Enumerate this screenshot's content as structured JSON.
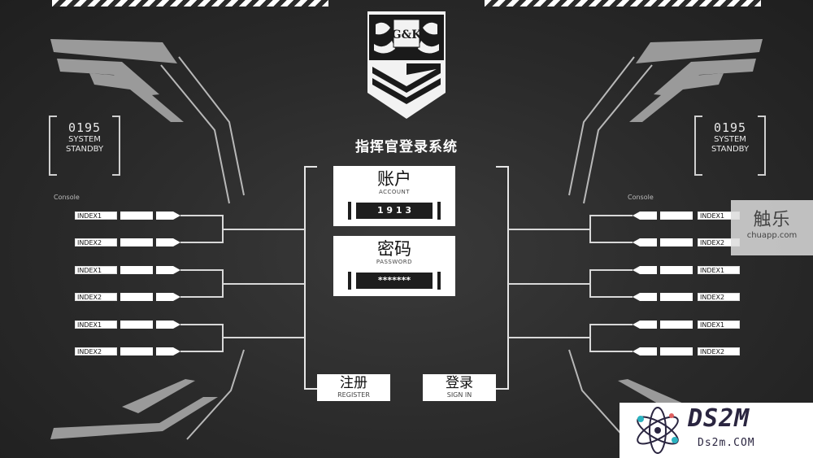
{
  "login": {
    "system_title": "指挥官登录系统",
    "account": {
      "label_cn": "账户",
      "label_en": "ACCOUNT",
      "value": "1 9 1 3"
    },
    "password": {
      "label_cn": "密码",
      "label_en": "PASSWORD",
      "value": "*******"
    },
    "register": {
      "label_cn": "注册",
      "label_en": "REGISTER"
    },
    "signin": {
      "label_cn": "登录",
      "label_en": "SIGN IN"
    }
  },
  "logo": {
    "text": "G&K"
  },
  "left_panel": {
    "status": {
      "number": "0195",
      "line1": "SYSTEM",
      "line2": "STANDBY"
    },
    "console_label": "Console",
    "index_labels": [
      "INDEX1",
      "INDEX2",
      "INDEX1",
      "INDEX2",
      "INDEX1",
      "INDEX2"
    ]
  },
  "right_panel": {
    "status": {
      "number": "0195",
      "line1": "SYSTEM",
      "line2": "STANDBY"
    },
    "console_label": "Console",
    "index_labels": [
      "INDEX1",
      "INDEX2",
      "INDEX1",
      "INDEX2",
      "INDEX1",
      "INDEX2"
    ]
  },
  "watermarks": {
    "chuapp_name": "触乐",
    "chuapp_url": "chuapp.com",
    "ds2m_name": "DS2M",
    "ds2m_url": "Ds2m.COM"
  },
  "colors": {
    "background": "#2a2a2a",
    "panel": "#ffffff",
    "field": "#1e1e1e"
  }
}
